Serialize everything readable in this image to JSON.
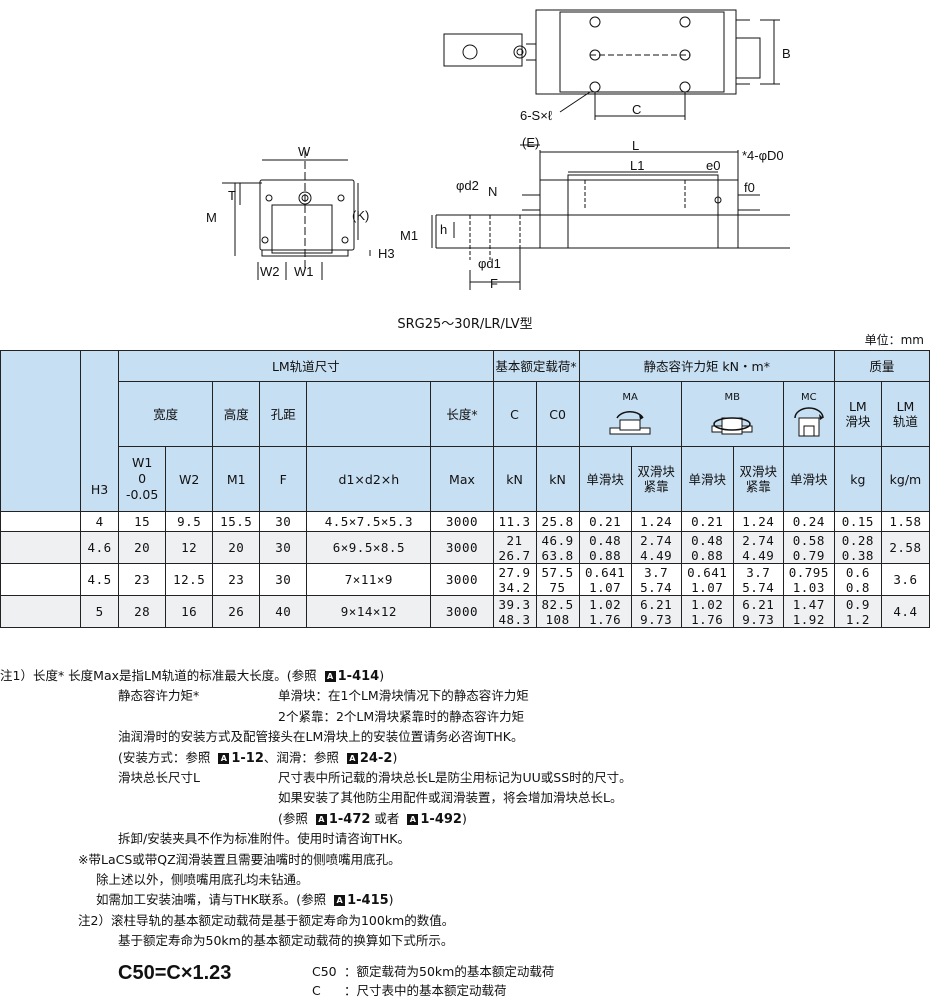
{
  "drawing": {
    "top_labels": {
      "B": "B",
      "C": "C",
      "screws": "6-S×ℓ"
    },
    "side_labels": {
      "E": "(E)",
      "L": "L",
      "L1": "L1",
      "e0": "e0",
      "holes": "*4-φD0",
      "f0": "f0",
      "d2": "φd2",
      "N": "N",
      "M1": "M1",
      "h": "h",
      "d1": "φd1",
      "F": "F"
    },
    "front_labels": {
      "W": "W",
      "T": "T",
      "M": "M",
      "K": "(K)",
      "H3": "H3",
      "W2": "W2",
      "W1": "W1"
    }
  },
  "caption": "SRG25～30R/LR/LV型",
  "unit": "单位：mm",
  "header": {
    "lm_rail_dims": "LM轨道尺寸",
    "basic_load": "基本额定载荷*",
    "static_moment": "静态容许力矩 kN・m*",
    "mass": "质量",
    "width": "宽度",
    "height": "高度",
    "pitch": "孔距",
    "length": "长度*",
    "C": "C",
    "C0": "C0",
    "MA": "MA",
    "MB": "MB",
    "MC": "MC",
    "lm_block": "LM\n滑块",
    "lm_rail": "LM\n轨道",
    "W1_label": "W1",
    "W1_tol": "0\n-0.05",
    "H3": "H3",
    "W2": "W2",
    "M1": "M1",
    "F": "F",
    "d1d2h": "d1×d2×h",
    "max": "Max",
    "kN": "kN",
    "kN0": "kN",
    "single": "单滑块",
    "double": "双滑块\n紧靠",
    "single2": "单滑块",
    "double2": "双滑块\n紧靠",
    "single3": "单滑块",
    "kg": "kg",
    "kgm": "kg/m"
  },
  "rows": [
    {
      "H3": "4",
      "W1": "15",
      "W2": "9.5",
      "M1": "15.5",
      "F": "30",
      "d": "4.5×7.5×5.3",
      "len": "3000",
      "C": "11.3",
      "C0": "25.8",
      "MA1": "0.21",
      "MA2": "1.24",
      "MB1": "0.21",
      "MB2": "1.24",
      "MC1": "0.24",
      "blk": "0.15",
      "rail": "1.58"
    },
    {
      "H3": "4.6",
      "W1": "20",
      "W2": "12",
      "M1": "20",
      "F": "30",
      "d": "6×9.5×8.5",
      "len": "3000",
      "C": "21\n26.7",
      "C0": "46.9\n63.8",
      "MA1": "0.48\n0.88",
      "MA2": "2.74\n4.49",
      "MB1": "0.48\n0.88",
      "MB2": "2.74\n4.49",
      "MC1": "0.58\n0.79",
      "blk": "0.28\n0.38",
      "rail": "2.58"
    },
    {
      "H3": "4.5",
      "W1": "23",
      "W2": "12.5",
      "M1": "23",
      "F": "30",
      "d": "7×11×9",
      "len": "3000",
      "C": "27.9\n34.2",
      "C0": "57.5\n75",
      "MA1": "0.641\n1.07",
      "MA2": "3.7\n5.74",
      "MB1": "0.641\n1.07",
      "MB2": "3.7\n5.74",
      "MC1": "0.795\n1.03",
      "blk": "0.6\n0.8",
      "rail": "3.6"
    },
    {
      "H3": "5",
      "W1": "28",
      "W2": "16",
      "M1": "26",
      "F": "40",
      "d": "9×14×12",
      "len": "3000",
      "C": "39.3\n48.3",
      "C0": "82.5\n108",
      "MA1": "1.02\n1.76",
      "MA2": "6.21\n9.73",
      "MB1": "1.02\n1.76",
      "MB2": "6.21\n9.73",
      "MC1": "1.47\n1.92",
      "blk": "0.9\n1.2",
      "rail": "4.4"
    }
  ],
  "notes": {
    "n1_prefix": "注1）长度*  长度Max是指LM轨道的标准最大长度。(参照 ",
    "n1_ref": "1-414",
    "n1_suffix": ")",
    "n2_label": "静态容许力矩*",
    "n2_text": "单滑块：在1个LM滑块情况下的静态容许力矩",
    "n3_text": "2个紧靠：2个LM滑块紧靠时的静态容许力矩",
    "n4": "油润滑时的安装方式及配管接头在LM滑块上的安装位置请务必咨询THK。",
    "n5_prefix": "(安装方式：参照 ",
    "n5_ref1": "1-12",
    "n5_mid": "、润滑：参照 ",
    "n5_ref2": "24-2",
    "n5_suffix": ")",
    "n6_label": "滑块总长尺寸L",
    "n6_text": "尺寸表中所记载的滑块总长L是防尘用标记为UU或SS时的尺寸。",
    "n7": "如果安装了其他防尘用配件或润滑装置，将会增加滑块总长L。",
    "n8_prefix": "(参照 ",
    "n8_ref1": "1-472",
    "n8_mid": " 或者 ",
    "n8_ref2": "1-492",
    "n8_suffix": ")",
    "n9": "拆卸/安装夹具不作为标准附件。使用时请咨询THK。",
    "n10": "※带LaCS或带QZ润滑装置且需要油嘴时的侧喷嘴用底孔。",
    "n11": "除上述以外，侧喷嘴用底孔均未钻通。",
    "n12_prefix": "如需加工安装油嘴，请与THK联系。(参照 ",
    "n12_ref": "1-415",
    "n12_suffix": ")",
    "n13": "注2）滚柱导轨的基本额定动载荷是基于额定寿命为100km的数值。",
    "n14": "基于额定寿命为50km的基本额定动载荷的换算如下式所示。",
    "refmark": "A"
  },
  "formula": "C50=C×1.23",
  "legend": {
    "c50_sym": "C50",
    "c50_text": "：额定载荷为50km的基本额定动载荷",
    "c_sym": "C",
    "c_text": "：尺寸表中的基本额定动载荷"
  }
}
